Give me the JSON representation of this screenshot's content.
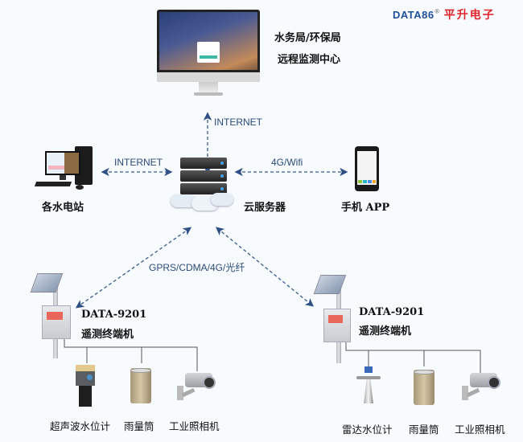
{
  "logo": {
    "brand_en": "DATA86",
    "registered": "®",
    "brand_cn": "平升电子",
    "brand_en_color": "#1f4e9a",
    "brand_cn_color": "#e0242b"
  },
  "nodes": {
    "monitoring_center": {
      "line1": "水务局/环保局",
      "line2": "远程监测中心",
      "icon": "desktop-monitor-icon"
    },
    "hydro_station": {
      "label": "各水电站",
      "icon": "desktop-pc-icon"
    },
    "cloud_server": {
      "label": "云服务器",
      "icon": "cloud-server-icon"
    },
    "mobile_app": {
      "label": "手机 APP",
      "icon": "smartphone-icon"
    },
    "terminal_left": {
      "model": "DATA-9201",
      "name": "遥测终端机",
      "icon": "solar-rtu-icon"
    },
    "terminal_right": {
      "model": "DATA-9201",
      "name": "遥测终端机",
      "icon": "solar-rtu-icon"
    }
  },
  "links": {
    "center_server": "INTERNET",
    "station_server": "INTERNET",
    "server_app": "4G/Wifi",
    "server_terminals": "GPRS/CDMA/4G/光纤"
  },
  "devices_left": [
    {
      "label": "超声波水位计",
      "icon": "ultrasonic-level-meter-icon"
    },
    {
      "label": "雨量筒",
      "icon": "rain-gauge-icon"
    },
    {
      "label": "工业照相机",
      "icon": "industrial-camera-icon"
    }
  ],
  "devices_right": [
    {
      "label": "雷达水位计",
      "icon": "radar-level-meter-icon"
    },
    {
      "label": "雨量筒",
      "icon": "rain-gauge-icon"
    },
    {
      "label": "工业照相机",
      "icon": "industrial-camera-icon"
    }
  ],
  "colors": {
    "link_line": "#3a5a8c",
    "background": "#f7fbfd"
  }
}
